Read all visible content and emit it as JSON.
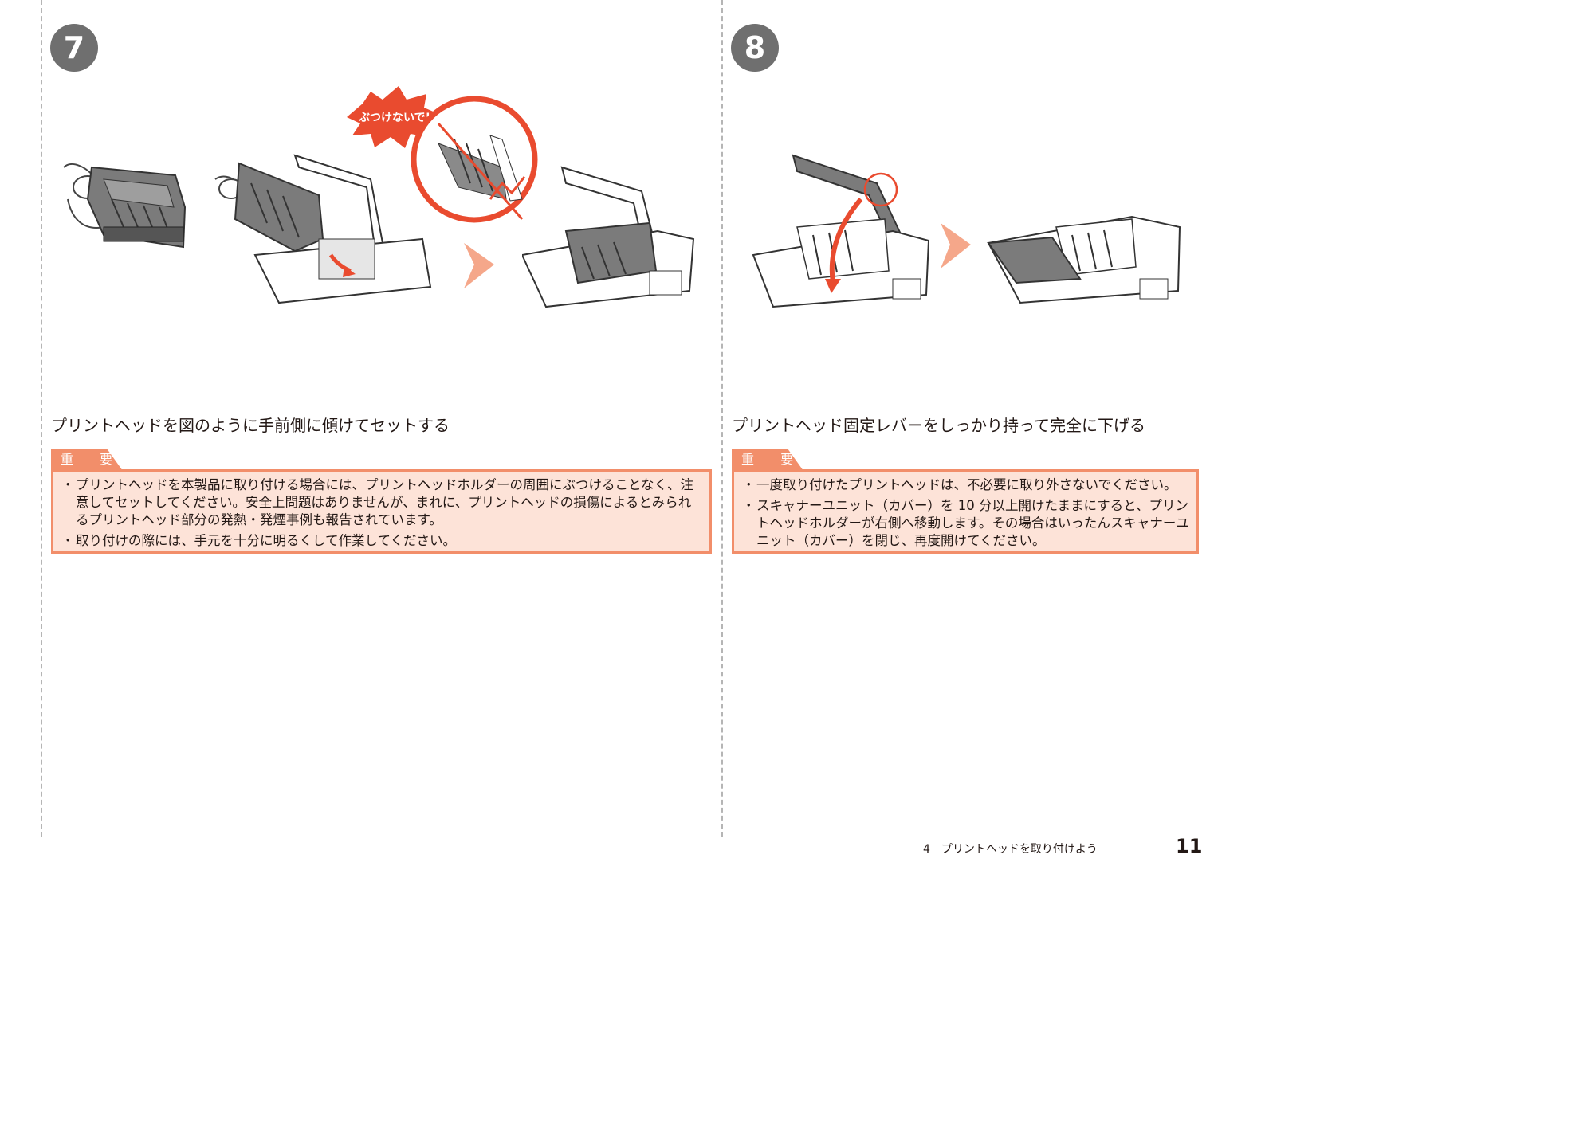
{
  "step7": {
    "number": "7",
    "warning_burst": "ぶつけないで!",
    "title": "プリントヘッドを図のように手前側に傾けてセットする",
    "important_label": "重 要",
    "notes": [
      "プリントヘッドを本製品に取り付ける場合には、プリントヘッドホルダーの周囲にぶつけることなく、注意してセットしてください。安全上問題はありませんが、まれに、プリントヘッドの損傷によるとみられるプリントヘッド部分の発熱・発煙事例も報告されています。",
      "取り付けの際には、手元を十分に明るくして作業してください。"
    ]
  },
  "step8": {
    "number": "8",
    "title": "プリントヘッド固定レバーをしっかり持って完全に下げる",
    "important_label": "重 要",
    "notes": [
      "一度取り付けたプリントヘッドは、不必要に取り外さないでください。",
      "スキャナーユニット（カバー）を 10 分以上開けたままにすると、プリントヘッドホルダーが右側へ移動します。その場合はいったんスキャナーユニット（カバー）を閉じ、再度開けてください。"
    ]
  },
  "bullet": "・",
  "footer": {
    "chapter": "4　プリントヘッドを取り付けよう",
    "page_number": "11"
  },
  "colors": {
    "accent_orange": "#f28e6a",
    "box_fill": "#fde3d8",
    "alert_red": "#e94b2f",
    "step_badge": "#6f6f6f"
  }
}
